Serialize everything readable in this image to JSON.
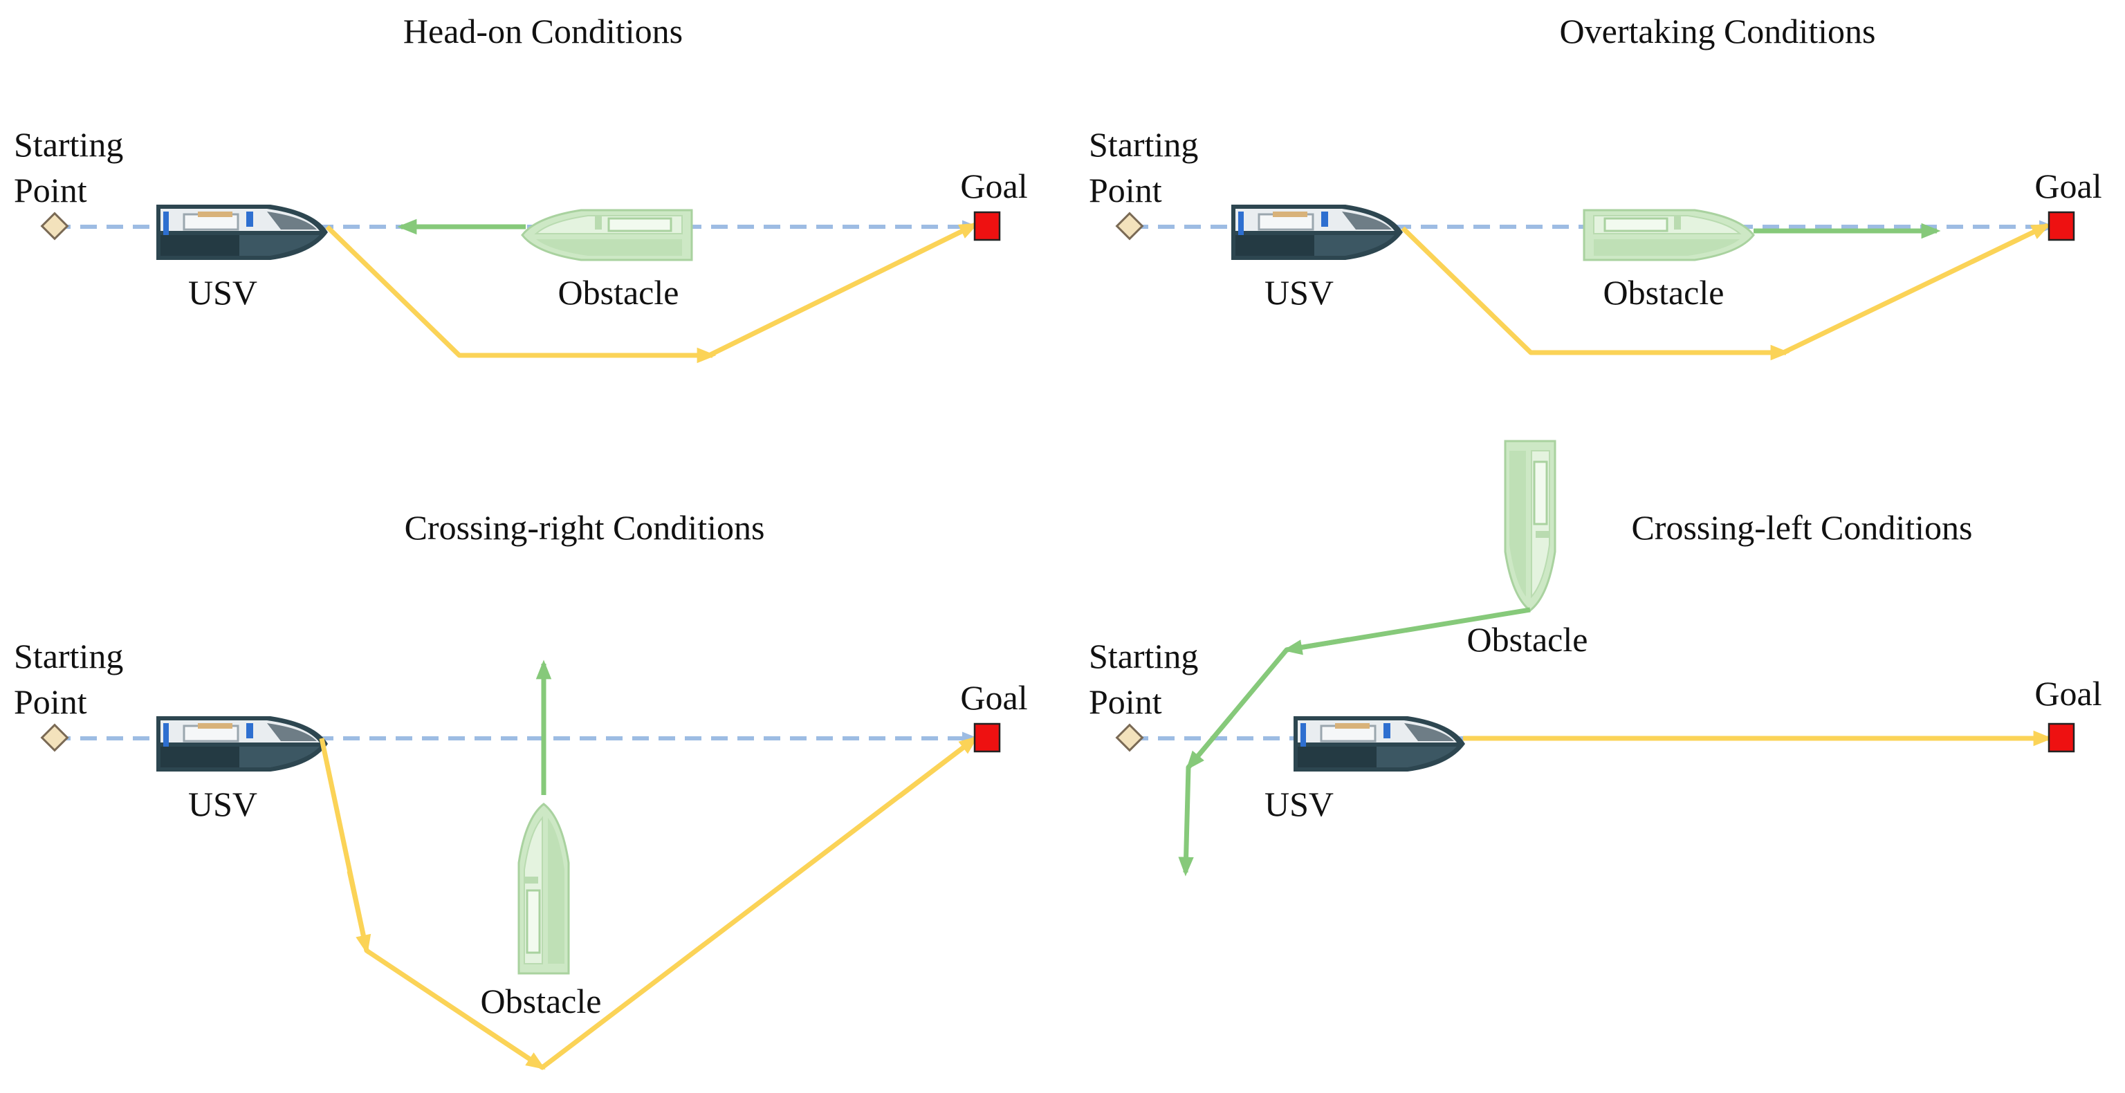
{
  "colors": {
    "reference_line": "#9DBCE3",
    "planned_path": "#FBD357",
    "obstacle_path": "#86C97A",
    "obstacle_fill": "#CDE8C5",
    "start_marker": "#F3E2BC",
    "goal_marker": "#EE1111",
    "usv_hull": "#2D4650"
  },
  "icons": {
    "start": "diamond-icon",
    "goal": "square-icon",
    "usv": "boat-icon",
    "obstacle": "boat-icon"
  },
  "panels": [
    {
      "title": "Head-on Conditions",
      "start_label_1": "Starting",
      "start_label_2": "Point",
      "goal_label": "Goal",
      "usv_label": "USV",
      "obstacle_label": "Obstacle"
    },
    {
      "title": "Overtaking Conditions",
      "start_label_1": "Starting",
      "start_label_2": "Point",
      "goal_label": "Goal",
      "usv_label": "USV",
      "obstacle_label": "Obstacle"
    },
    {
      "title": "Crossing-right Conditions",
      "start_label_1": "Starting",
      "start_label_2": "Point",
      "goal_label": "Goal",
      "usv_label": "USV",
      "obstacle_label": "Obstacle"
    },
    {
      "title": "Crossing-left Conditions",
      "start_label_1": "Starting",
      "start_label_2": "Point",
      "goal_label": "Goal",
      "usv_label": "USV",
      "obstacle_label": "Obstacle"
    }
  ]
}
